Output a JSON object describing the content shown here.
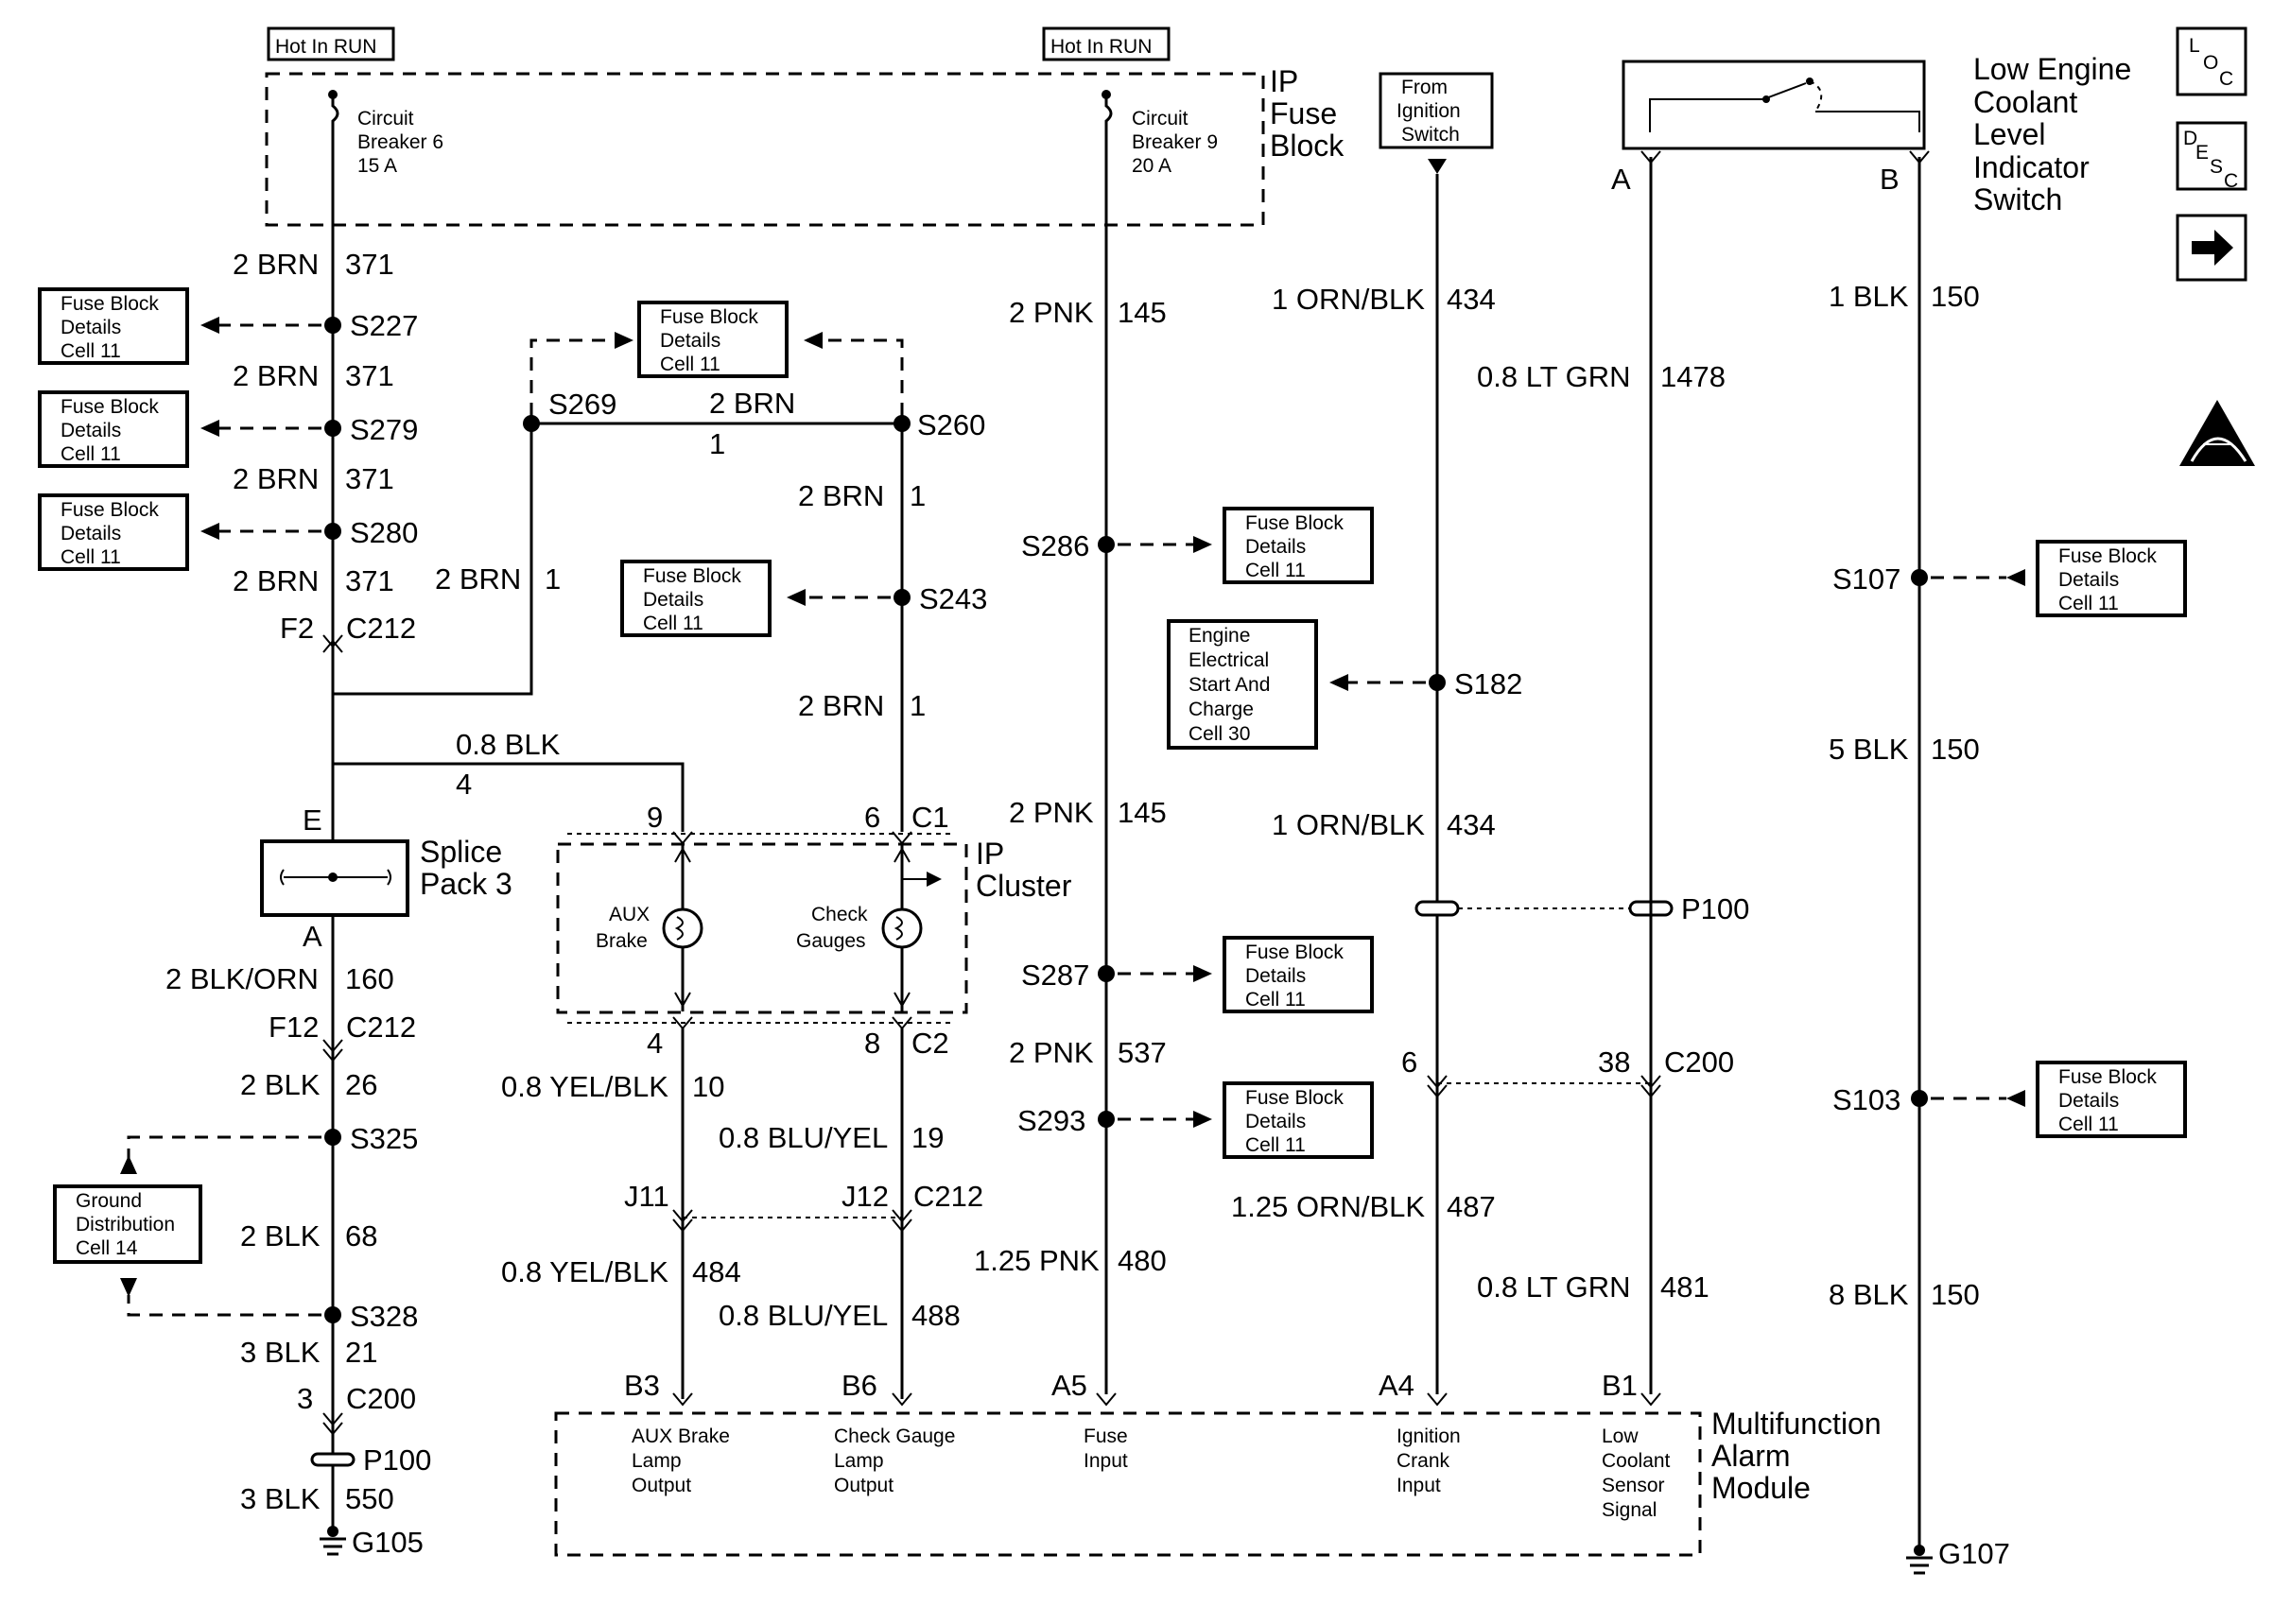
{
  "labels": {
    "hot_run_left": "Hot In RUN",
    "hot_run_mid": "Hot In RUN",
    "ip_fuse_block": [
      "IP",
      "Fuse",
      "Block"
    ],
    "cb6": [
      "Circuit",
      "Breaker 6",
      "15 A"
    ],
    "cb9": [
      "Circuit",
      "Breaker 9",
      "20 A"
    ],
    "from_ign": [
      "From",
      "Ignition",
      "Switch"
    ],
    "lecl": [
      "Low Engine",
      "Coolant",
      "Level",
      "Indicator",
      "Switch"
    ],
    "ref_fb": [
      "Fuse Block",
      "Details",
      "Cell 11"
    ],
    "ref_eesc": [
      "Engine",
      "Electrical",
      "Start And",
      "Charge",
      "Cell 30"
    ],
    "ref_gd": [
      "Ground",
      "Distribution",
      "Cell 14"
    ],
    "splice_pack": [
      "Splice",
      "Pack 3"
    ],
    "ip_cluster": [
      "IP",
      "Cluster"
    ],
    "aux_brake": [
      "AUX",
      "Brake"
    ],
    "check_gauges": [
      "Check",
      "Gauges"
    ],
    "mam": [
      "Multifunction",
      "Alarm",
      "Module"
    ],
    "mam_aux": [
      "AUX Brake",
      "Lamp",
      "Output"
    ],
    "mam_chk": [
      "Check Gauge",
      "Lamp",
      "Output"
    ],
    "mam_fuse": [
      "Fuse",
      "Input"
    ],
    "mam_ign": [
      "Ignition",
      "Crank",
      "Input"
    ],
    "mam_lcs": [
      "Low",
      "Coolant",
      "Sensor",
      "Signal"
    ],
    "loc_icon": [
      "L",
      "O",
      "C"
    ],
    "desc_icon": [
      "D",
      "E",
      "S",
      "C"
    ]
  },
  "wire_labels": [
    {
      "id": "w1",
      "text": "2 BRN"
    },
    {
      "id": "w2",
      "text": "371"
    },
    {
      "id": "w3",
      "text": "2 BRN"
    },
    {
      "id": "w4",
      "text": "371"
    },
    {
      "id": "w5",
      "text": "2 BRN"
    },
    {
      "id": "w6",
      "text": "371"
    },
    {
      "id": "w7",
      "text": "2 BRN"
    },
    {
      "id": "w8",
      "text": "371"
    },
    {
      "id": "w9",
      "text": "2 BRN"
    },
    {
      "id": "w10",
      "text": "1"
    },
    {
      "id": "w11",
      "text": "2 BRN"
    },
    {
      "id": "w12",
      "text": "1"
    },
    {
      "id": "w13",
      "text": "2 BRN"
    },
    {
      "id": "w14",
      "text": "1"
    },
    {
      "id": "w15",
      "text": "2 BRN"
    },
    {
      "id": "w16",
      "text": "1"
    },
    {
      "id": "w17",
      "text": "0.8 BLK"
    },
    {
      "id": "w18",
      "text": "4"
    },
    {
      "id": "w19",
      "text": "2 BLK/ORN"
    },
    {
      "id": "w20",
      "text": "160"
    },
    {
      "id": "w21",
      "text": "2 BLK"
    },
    {
      "id": "w22",
      "text": "26"
    },
    {
      "id": "w23",
      "text": "2 BLK"
    },
    {
      "id": "w24",
      "text": "68"
    },
    {
      "id": "w25",
      "text": "3 BLK"
    },
    {
      "id": "w26",
      "text": "21"
    },
    {
      "id": "w27",
      "text": "3 BLK"
    },
    {
      "id": "w28",
      "text": "550"
    },
    {
      "id": "w29",
      "text": "0.8 YEL/BLK"
    },
    {
      "id": "w30",
      "text": "10"
    },
    {
      "id": "w31",
      "text": "0.8 BLU/YEL"
    },
    {
      "id": "w32",
      "text": "19"
    },
    {
      "id": "w33",
      "text": "0.8 YEL/BLK"
    },
    {
      "id": "w34",
      "text": "484"
    },
    {
      "id": "w35",
      "text": "0.8 BLU/YEL"
    },
    {
      "id": "w36",
      "text": "488"
    },
    {
      "id": "w37",
      "text": "2 PNK"
    },
    {
      "id": "w38",
      "text": "145"
    },
    {
      "id": "w39",
      "text": "2 PNK"
    },
    {
      "id": "w40",
      "text": "145"
    },
    {
      "id": "w41",
      "text": "2 PNK"
    },
    {
      "id": "w42",
      "text": "537"
    },
    {
      "id": "w43",
      "text": "1.25 PNK"
    },
    {
      "id": "w44",
      "text": "480"
    },
    {
      "id": "w45",
      "text": "1 ORN/BLK"
    },
    {
      "id": "w46",
      "text": "434"
    },
    {
      "id": "w47",
      "text": "1 ORN/BLK"
    },
    {
      "id": "w48",
      "text": "434"
    },
    {
      "id": "w49",
      "text": "1.25 ORN/BLK"
    },
    {
      "id": "w50",
      "text": "487"
    },
    {
      "id": "w51",
      "text": "0.8 LT GRN"
    },
    {
      "id": "w52",
      "text": "1478"
    },
    {
      "id": "w53",
      "text": "0.8 LT GRN"
    },
    {
      "id": "w54",
      "text": "481"
    },
    {
      "id": "w55",
      "text": "1 BLK"
    },
    {
      "id": "w56",
      "text": "150"
    },
    {
      "id": "w57",
      "text": "5 BLK"
    },
    {
      "id": "w58",
      "text": "150"
    },
    {
      "id": "w59",
      "text": "8 BLK"
    },
    {
      "id": "w60",
      "text": "150"
    }
  ],
  "splices": [
    {
      "id": "s227",
      "text": "S227"
    },
    {
      "id": "s279",
      "text": "S279"
    },
    {
      "id": "s280",
      "text": "S280"
    },
    {
      "id": "s269",
      "text": "S269"
    },
    {
      "id": "s260",
      "text": "S260"
    },
    {
      "id": "s243",
      "text": "S243"
    },
    {
      "id": "s286",
      "text": "S286"
    },
    {
      "id": "s287",
      "text": "S287"
    },
    {
      "id": "s293",
      "text": "S293"
    },
    {
      "id": "s182",
      "text": "S182"
    },
    {
      "id": "s107",
      "text": "S107"
    },
    {
      "id": "s103",
      "text": "S103"
    },
    {
      "id": "s325",
      "text": "S325"
    },
    {
      "id": "s328",
      "text": "S328"
    }
  ],
  "connectors": [
    {
      "id": "c1",
      "text": "F2"
    },
    {
      "id": "c2",
      "text": "C212"
    },
    {
      "id": "c3",
      "text": "E"
    },
    {
      "id": "c4",
      "text": "A"
    },
    {
      "id": "c5",
      "text": "F12"
    },
    {
      "id": "c6",
      "text": "C212"
    },
    {
      "id": "c7",
      "text": "3"
    },
    {
      "id": "c8",
      "text": "C200"
    },
    {
      "id": "c9",
      "text": "P100"
    },
    {
      "id": "c10",
      "text": "G105"
    },
    {
      "id": "c11",
      "text": "9"
    },
    {
      "id": "c12",
      "text": "6"
    },
    {
      "id": "c13",
      "text": "C1"
    },
    {
      "id": "c14",
      "text": "4"
    },
    {
      "id": "c15",
      "text": "8"
    },
    {
      "id": "c16",
      "text": "C2"
    },
    {
      "id": "c17",
      "text": "J11"
    },
    {
      "id": "c18",
      "text": "J12"
    },
    {
      "id": "c19",
      "text": "C212"
    },
    {
      "id": "c20",
      "text": "B3"
    },
    {
      "id": "c21",
      "text": "B6"
    },
    {
      "id": "c22",
      "text": "A5"
    },
    {
      "id": "c23",
      "text": "A4"
    },
    {
      "id": "c24",
      "text": "B1"
    },
    {
      "id": "c25",
      "text": "P100"
    },
    {
      "id": "c26",
      "text": "6"
    },
    {
      "id": "c27",
      "text": "38"
    },
    {
      "id": "c28",
      "text": "C200"
    },
    {
      "id": "c29",
      "text": "A"
    },
    {
      "id": "c30",
      "text": "B"
    },
    {
      "id": "c31",
      "text": "G107"
    }
  ]
}
